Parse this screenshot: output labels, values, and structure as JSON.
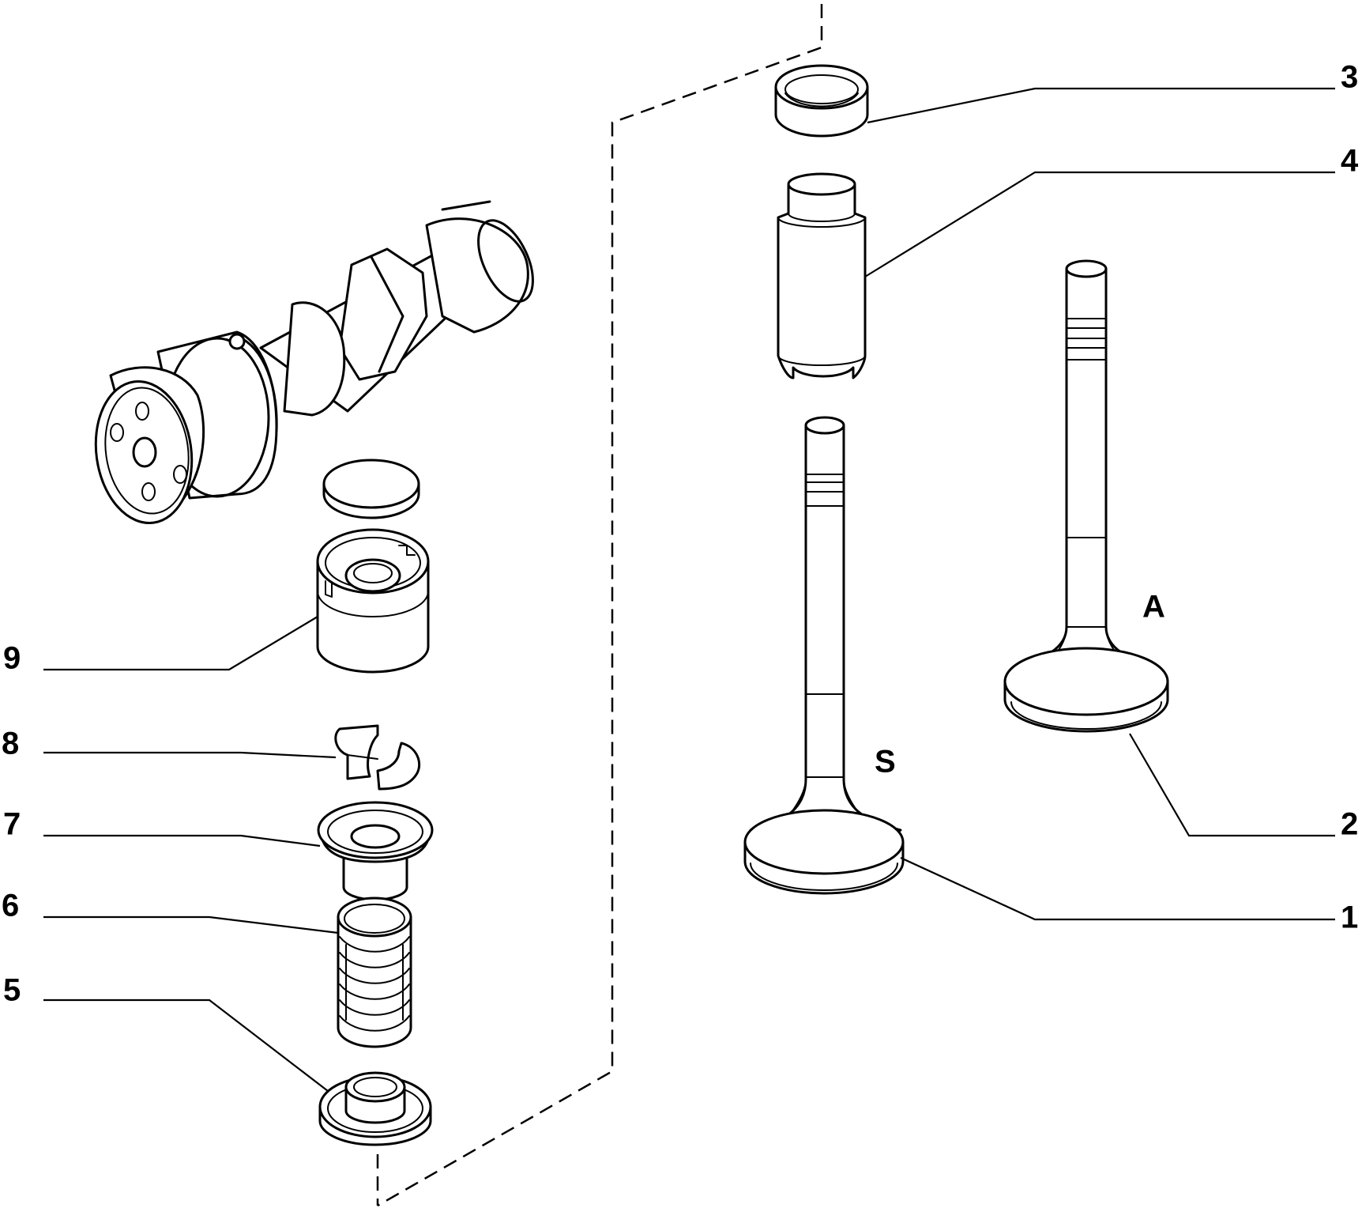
{
  "callouts": {
    "c1": "1",
    "c2": "2",
    "c3": "3",
    "c4": "4",
    "c5": "5",
    "c6": "6",
    "c7": "7",
    "c8": "8",
    "c9": "9"
  },
  "markers": {
    "intake": "A",
    "exhaust": "S"
  }
}
